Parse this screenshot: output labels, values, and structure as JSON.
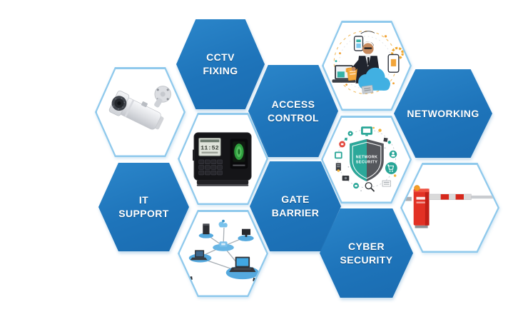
{
  "title": "IT services hexagon infographic",
  "colors": {
    "hex_blue": "#1e74ba",
    "hex_blue_light": "#2b86ca",
    "white_hex_border": "#8fc9ec",
    "label_text": "#ffffff",
    "shield_teal": "#2ba89a",
    "shield_gray": "#55575c",
    "accent_orange": "#f2a53a",
    "accent_red": "#d6281c",
    "node_blue": "#55a9de",
    "scanner_green": "#2e9e3d"
  },
  "services": {
    "cctv_fixing": {
      "line1": "CCTV",
      "line2": "FIXING"
    },
    "access_control": {
      "line1": "ACCESS",
      "line2": "CONTROL"
    },
    "networking": {
      "line1": "NETWORKING",
      "line2": ""
    },
    "it_support": {
      "line1": "IT",
      "line2": "SUPPORT"
    },
    "gate_barrier": {
      "line1": "GATE",
      "line2": "BARRIER"
    },
    "cyber_security": {
      "line1": "CYBER",
      "line2": "SECURITY"
    }
  },
  "images": {
    "cctv_camera": {
      "name": "cctv-bullet-camera-photo"
    },
    "people_networking": {
      "name": "businessman-with-devices-illustration"
    },
    "fingerprint_device": {
      "name": "biometric-attendance-terminal-photo",
      "screen_time": "11:52"
    },
    "network_security_shield": {
      "name": "network-security-shield-illustration",
      "line1": "NETWORK",
      "line2": "SECURITY"
    },
    "network_diagram": {
      "name": "computer-network-diagram-illustration"
    },
    "gate_barrier_photo": {
      "name": "boom-gate-barrier-photo"
    }
  }
}
